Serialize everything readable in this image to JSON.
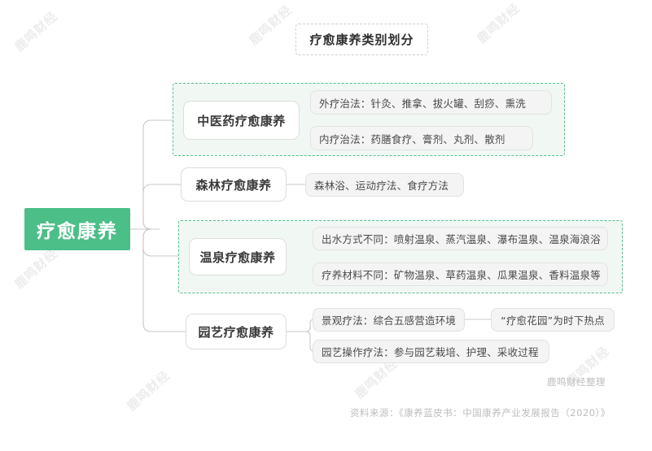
{
  "title": {
    "text": "疗愈康养类别划分"
  },
  "root": {
    "label": "疗愈康养",
    "color": "#4cbe88"
  },
  "branches": [
    {
      "id": "tcm",
      "label": "中医药疗愈康养",
      "highlighted": true,
      "leaves": [
        {
          "text": "外疗治法：针灸、推拿、拔火罐、刮痧、熏洗"
        },
        {
          "text": "内疗治法：药膳食疗、膏剂、丸剂、散剂"
        }
      ]
    },
    {
      "id": "forest",
      "label": "森林疗愈康养",
      "highlighted": false,
      "leaves": [
        {
          "text": "森林浴、运动疗法、食疗方法"
        }
      ]
    },
    {
      "id": "hotspring",
      "label": "温泉疗愈康养",
      "highlighted": true,
      "leaves": [
        {
          "text": "出水方式不同：喷射温泉、蒸汽温泉、瀑布温泉、温泉海浪浴"
        },
        {
          "text": "疗养材料不同：矿物温泉、草药温泉、瓜果温泉、香料温泉等"
        }
      ]
    },
    {
      "id": "garden",
      "label": "园艺疗愈康养",
      "highlighted": false,
      "leaves": [
        {
          "text": "景观疗法：综合五感营造环境"
        },
        {
          "text": "园艺操作疗法：参与园艺栽培、护理、采收过程"
        }
      ],
      "sub_leaf": {
        "text": "“疗愈花园”为时下热点"
      }
    }
  ],
  "footer": {
    "credit": "鹿鸣财经整理",
    "source": "资料来源：《康养蓝皮书：中国康养产业发展报告（2020）》"
  },
  "watermark": {
    "text": "鹿鸣财经"
  },
  "colors": {
    "accent_green": "#4cbe88",
    "region_border": "#57c08a",
    "region_fill": "#f1f8f4",
    "wire": "#c9c9c9",
    "leaf_fill": "#f4f4f4"
  }
}
